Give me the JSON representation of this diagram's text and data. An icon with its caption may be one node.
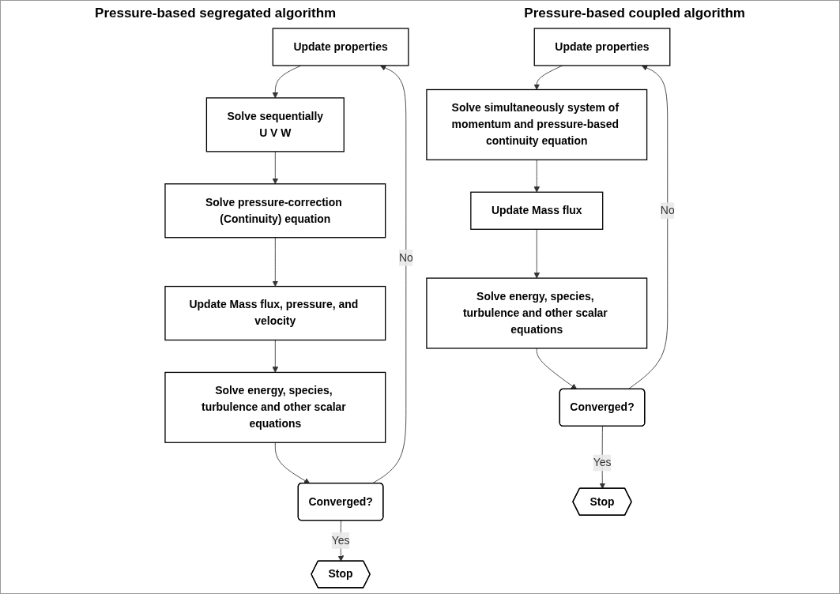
{
  "diagram": {
    "nodes": [
      {
        "text": [
          "Update properties"
        ]
      },
      {
        "text": [
          "Solve sequentially",
          "U V W"
        ]
      },
      {
        "text": [
          "Solve pressure-correction (Continuity) equation"
        ]
      },
      {
        "text": [
          "Update Mass flux, pressure, and velocity"
        ]
      },
      {
        "text": [
          "Solve energy, species, turbulence and other scalar equations"
        ]
      },
      {
        "text": [
          "Converged?"
        ]
      },
      {
        "text": [
          "Stop"
        ]
      },
      {
        "text": [
          "Update properties"
        ]
      },
      {
        "text": [
          "Solve simultaneously system of momentum and pressure-based continuity equation"
        ]
      },
      {
        "text": [
          "Update Mass flux"
        ]
      },
      {
        "text": [
          "Solve energy, species, turbulence and other scalar equations"
        ]
      },
      {
        "text": [
          "Converged?"
        ]
      },
      {
        "text": [
          "Stop"
        ]
      }
    ],
    "edges": [
      {
        "from": 0,
        "to": 1,
        "arrow": "to"
      },
      {
        "from": 1,
        "to": 2,
        "arrow": "to"
      },
      {
        "from": 2,
        "to": 3,
        "arrow": "to"
      },
      {
        "from": 3,
        "to": 4,
        "arrow": "to"
      },
      {
        "from": 4,
        "to": 5,
        "arrow": "to"
      },
      {
        "from": 5,
        "to": 6,
        "label": "Yes",
        "arrow": "to"
      },
      {
        "from": 5,
        "to": 0,
        "label": "No",
        "arrow": "to"
      },
      {
        "from": 7,
        "to": 8,
        "arrow": "to"
      },
      {
        "from": 8,
        "to": 9,
        "arrow": "to"
      },
      {
        "from": 9,
        "to": 10,
        "arrow": "to"
      },
      {
        "from": 10,
        "to": 11,
        "arrow": "to"
      },
      {
        "from": 11,
        "to": 12,
        "label": "Yes",
        "arrow": "to"
      },
      {
        "from": 11,
        "to": 7,
        "label": "No",
        "arrow": "to"
      }
    ],
    "labels": [
      "Pressure-based segregated algorithm",
      "Pressure-based coupled algorithm"
    ]
  }
}
